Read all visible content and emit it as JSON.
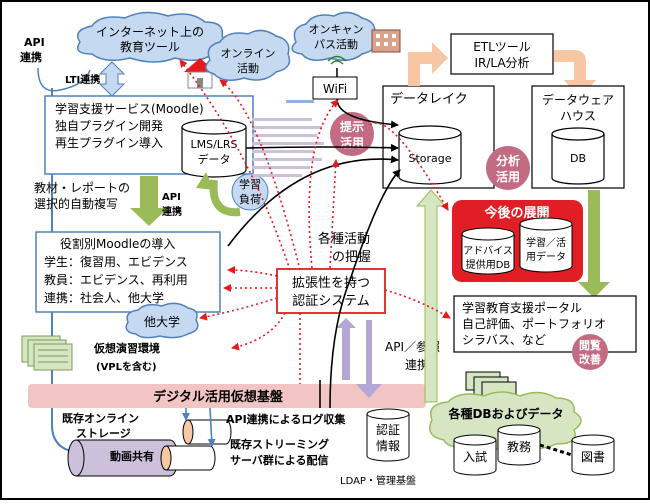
{
  "clouds": {
    "internet_tools_line1": "インターネット上の",
    "internet_tools_line2": "教育ツール",
    "online_activity_line1": "オンライン",
    "online_activity_line2": "活動",
    "oncampus_line1": "オンキャン",
    "oncampus_line2": "パス活動",
    "other_univ": "他大学",
    "various_db": "各種DBおよびデータ"
  },
  "left": {
    "api_link_line1": "API",
    "api_link_line2": "連携",
    "lti_link": "LTI連携",
    "moodle_box": [
      "学習支援サービス(Moodle)",
      "独自プラグイン開発",
      "再生プラグイン導入"
    ],
    "lms_lrs_line1": "LMS/LRS",
    "lms_lrs_line2": "データ",
    "learning_load_line1": "学習",
    "learning_load_line2": "負荷",
    "material_copy_line1": "教材・レポートの",
    "material_copy_line2": "選択的自動複写",
    "api_link2_line1": "API",
    "api_link2_line2": "連携",
    "role_box": [
      "役割別Moodleの導入",
      "学生：復習用、エビデンス",
      "教員：エビデンス、再利用",
      "連携：社会人、他大学"
    ],
    "vpl_line1": "仮想演習環境",
    "vpl_line2": "(VPLを含む)",
    "digital_platform": "デジタル活用仮想基盤",
    "existing_storage_line1": "既存オンライン",
    "existing_storage_line2": "ストレージ",
    "video_share": "動画共有",
    "api_log": "API連携によるログ収集",
    "streaming_line1": "既存ストリーミング",
    "streaming_line2": "サーバ群による配信"
  },
  "center": {
    "wifi": "WiFi",
    "suggest_line1": "提示",
    "suggest_line2": "活用",
    "grasp_line1": "各種活動",
    "grasp_line2": "の把握",
    "auth_line1": "拡張性を持つ",
    "auth_line2": "認証システム",
    "api_ref_line1": "API／参照",
    "api_ref_line2": "連携",
    "auth_info_line1": "認証",
    "auth_info_line2": "情報",
    "ldap": "LDAP・管理基盤"
  },
  "right": {
    "etl_line1": "ETLツール",
    "etl_line2": "IR/LA分析",
    "data_lake": "データレイク",
    "storage": "Storage",
    "dwh_line1": "データウェア",
    "dwh_line2": "ハウス",
    "db": "DB",
    "analysis_line1": "分析",
    "analysis_line2": "活用",
    "future": "今後の展開",
    "advice_db_line1": "アドバイス",
    "advice_db_line2": "提供用DB",
    "learning_data_line1": "学習／活",
    "learning_data_line2": "用データ",
    "portal": [
      "学習教育支援ポータル",
      "自己評価、ポートフォリオ",
      "シラバス、など"
    ],
    "browse_line1": "閲覧",
    "browse_line2": "改善",
    "entrance": "入試",
    "academic": "教務",
    "library": "図書"
  },
  "colors": {
    "blue_fill": "#c5d9f1",
    "blue_stroke": "#4f81bd",
    "green_arrow": "#9bbb59",
    "red_dot": "#e8191c",
    "pink_band": "#f2c4c4",
    "orange_arrow": "#f7c6a3",
    "maroon_circle": "#b5415a",
    "future_red": "#e11e25",
    "purple": "#b4a7d6",
    "cylinder_purple": "#ccc0da",
    "green_rect": "#d6e6c3"
  }
}
